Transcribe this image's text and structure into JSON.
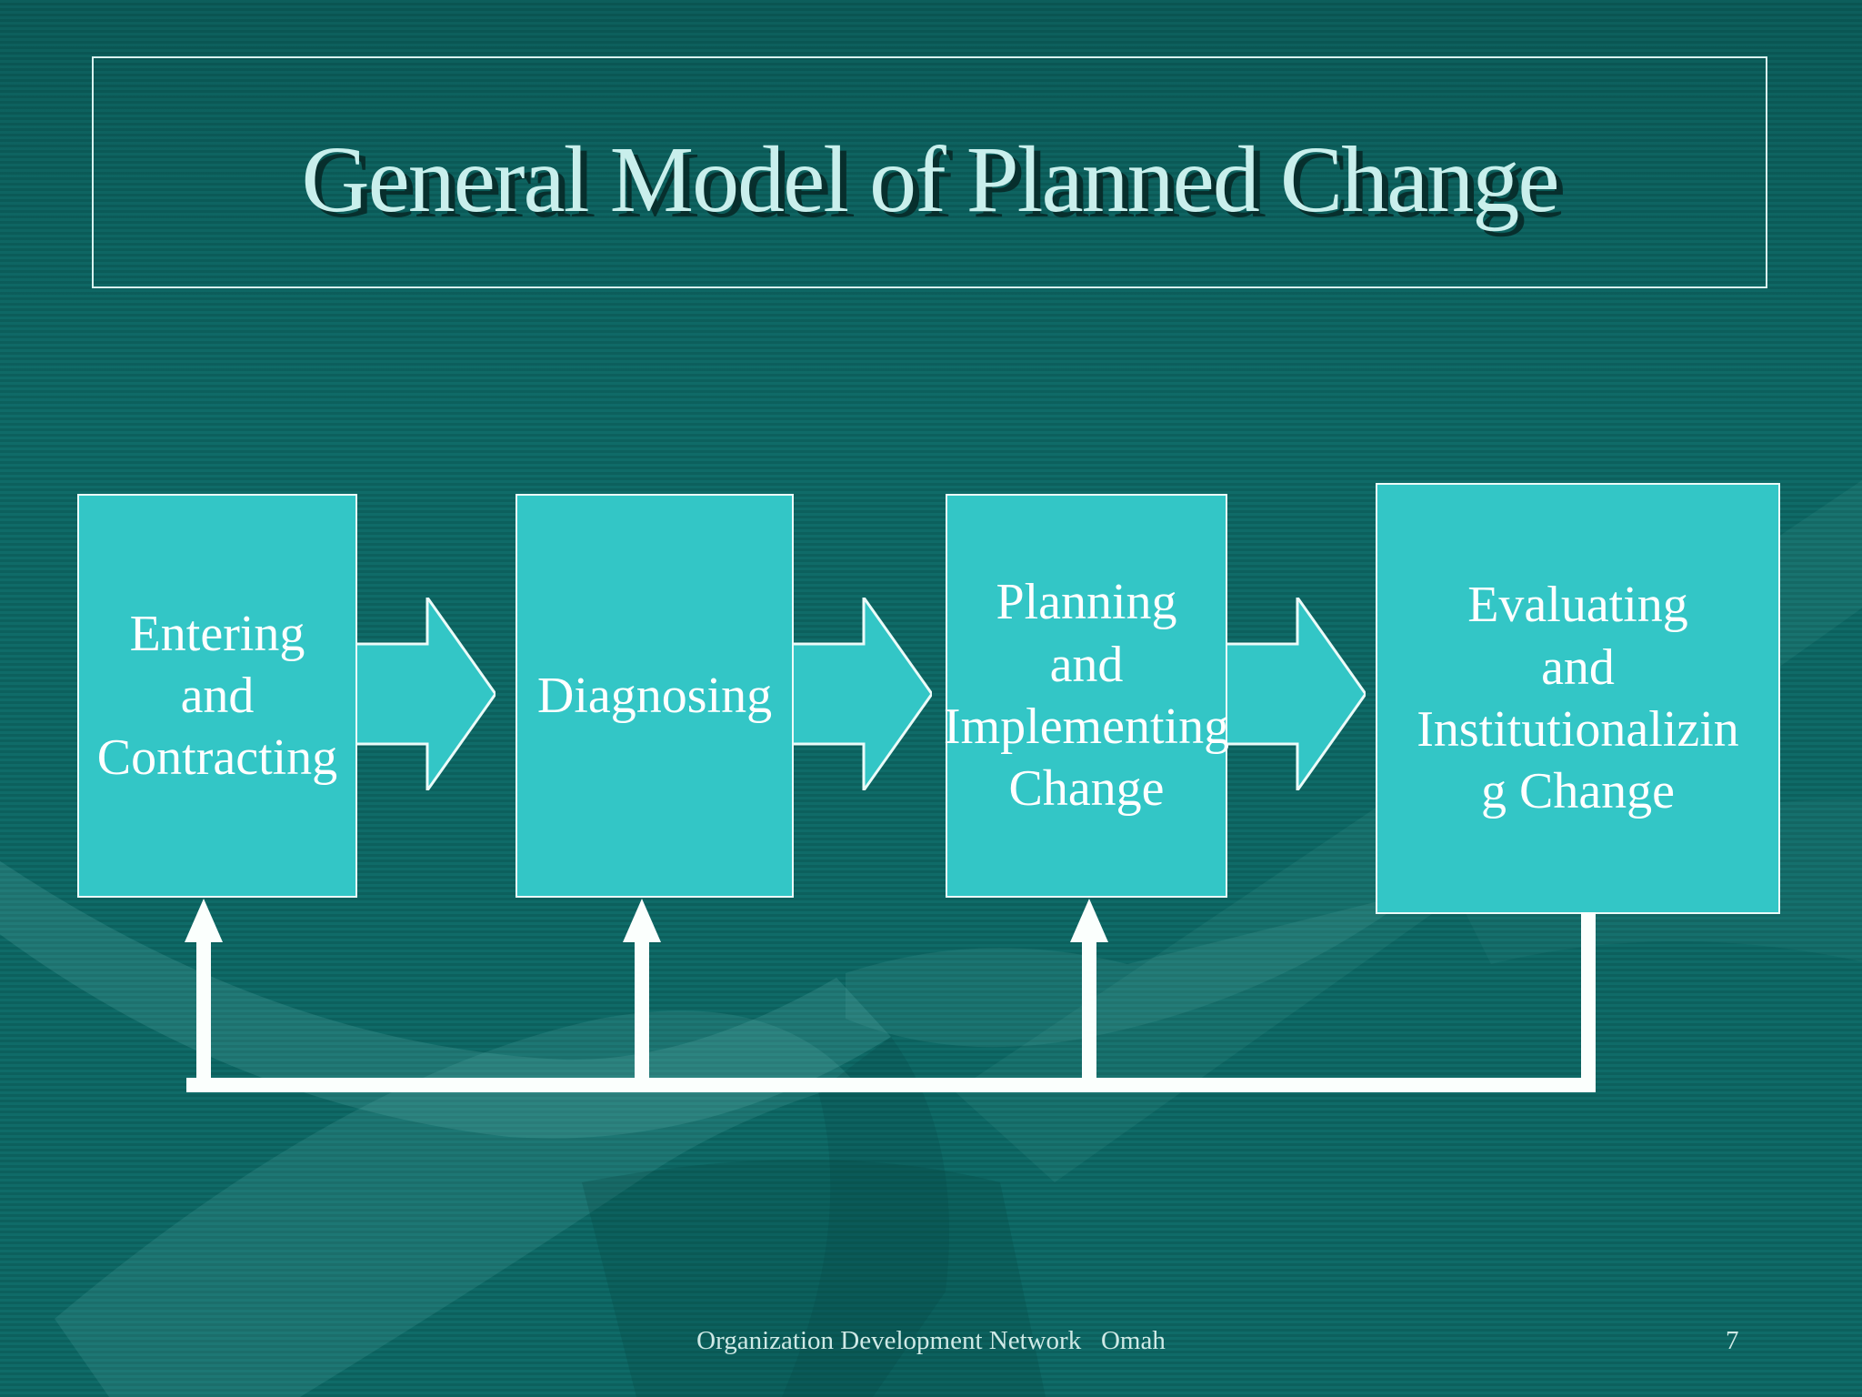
{
  "title": "General Model of Planned Change",
  "boxes": [
    {
      "id": "entering-contracting",
      "lines": [
        "Entering",
        "and",
        "Contracting"
      ]
    },
    {
      "id": "diagnosing",
      "lines": [
        "Diagnosing"
      ]
    },
    {
      "id": "planning-implementing",
      "lines": [
        "Planning",
        "and",
        "Implementing",
        "Change"
      ]
    },
    {
      "id": "evaluating-institutionalizing",
      "lines": [
        "Evaluating",
        "and",
        "Institutionalizin",
        "g Change"
      ]
    }
  ],
  "icons": {
    "flow_arrow": "block-arrow-right",
    "feedback_arrow": "arrow-up",
    "watermark": "handshake"
  },
  "footer": {
    "text": "Organization Development Network   Omah",
    "page_number": "7"
  },
  "colors": {
    "background": "#0d6663",
    "box_fill": "#33c6c6",
    "box_border": "#ecfbf9",
    "box_text": "#ffffff",
    "title_text": "#c9efec",
    "title_shadow": "#072c2a",
    "feedback_line": "#fbfffd",
    "footer_text": "#cfe9e6"
  }
}
